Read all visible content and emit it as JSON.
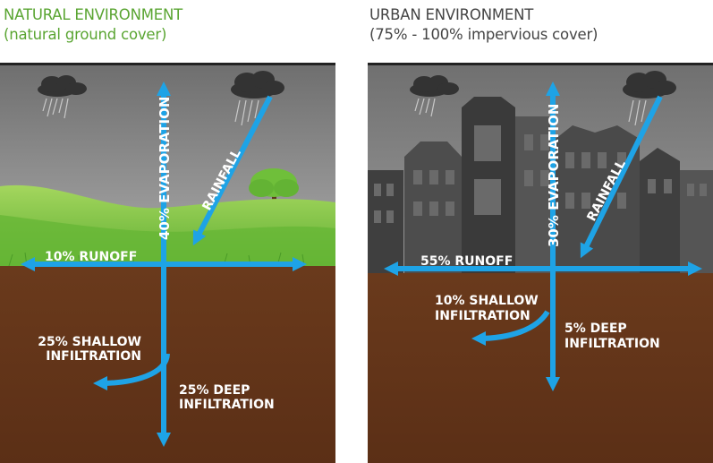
{
  "natural": {
    "heading": "NATURAL ENVIRONMENT",
    "subheading": "(natural ground cover)",
    "evaporation": "40% EVAPORATION",
    "rainfall": "RAINFALL",
    "runoff": "10% RUNOFF",
    "shallow_line1": "25% SHALLOW",
    "shallow_line2": "INFILTRATION",
    "deep_line1": "25% DEEP",
    "deep_line2": "INFILTRATION"
  },
  "urban": {
    "heading": "URBAN ENVIRONMENT",
    "subheading": "(75% - 100% impervious cover)",
    "evaporation": "30% EVAPORATION",
    "rainfall": "RAINFALL",
    "runoff": "55% RUNOFF",
    "shallow_line1": "10% SHALLOW",
    "shallow_line2": "INFILTRATION",
    "deep_line1": "5% DEEP",
    "deep_line2": "INFILTRATION"
  },
  "colors": {
    "arrow": "#1ea3e6",
    "soil": "#6e3b1e",
    "sky": "#7c7c7c",
    "grass": "#7fc84a",
    "building": "#4a4a4a",
    "natural_heading": "#5aa532",
    "urban_heading": "#454545"
  }
}
